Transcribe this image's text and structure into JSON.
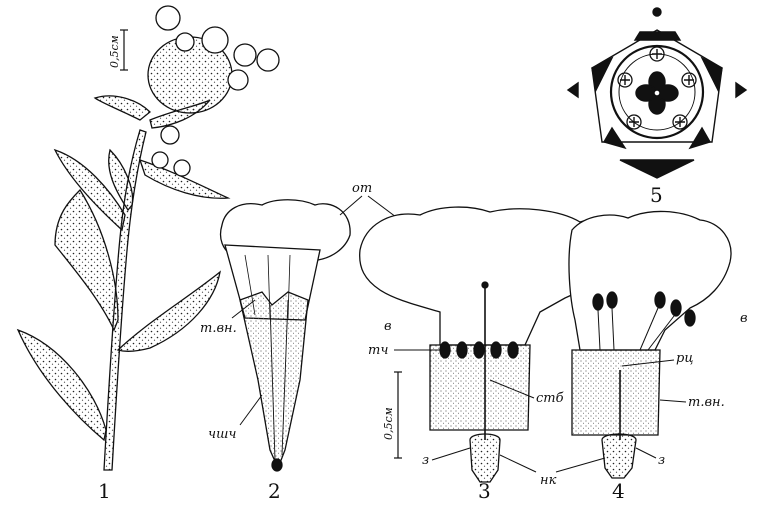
{
  "figure": {
    "panel_numbers": [
      "1",
      "2",
      "3",
      "4",
      "5"
    ],
    "labels": {
      "scale_1": "0,5см",
      "scale_3": "0,5см",
      "ot": "от",
      "tvn_2": "т.вн.",
      "tvn_4": "т.вн.",
      "chshch": "чшч",
      "v_3": "в",
      "v_4": "в",
      "tch": "тч",
      "stb": "стб",
      "rts": "рц",
      "z_3": "з",
      "z_4": "з",
      "nk": "нк"
    }
  },
  "colors": {
    "ink": "#111111",
    "paper": "#ffffff"
  }
}
